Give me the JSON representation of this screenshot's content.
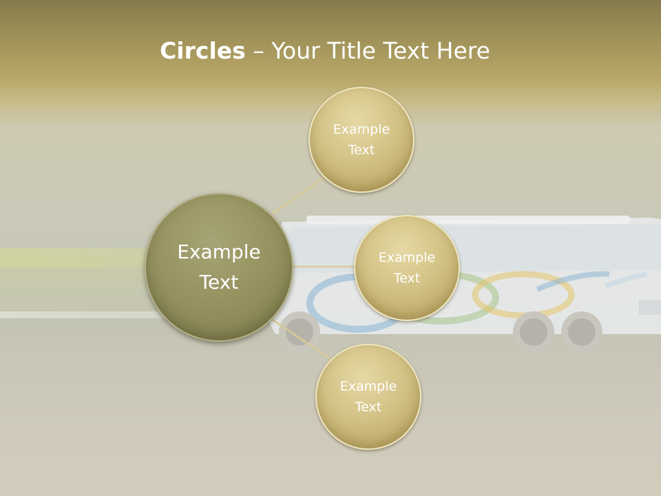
{
  "title": {
    "bold": "Circles",
    "rest": " – Your Title Text Here"
  },
  "diagram": {
    "center": {
      "label": "Example\nText"
    },
    "nodes": [
      {
        "label": "Example\nText"
      },
      {
        "label": "Example\nText"
      },
      {
        "label": "Example\nText"
      }
    ]
  },
  "colors": {
    "center_fill": "#96925f",
    "node_fill": "#d3c286",
    "connector": "#d8cc94",
    "title_text": "#ffffff"
  }
}
